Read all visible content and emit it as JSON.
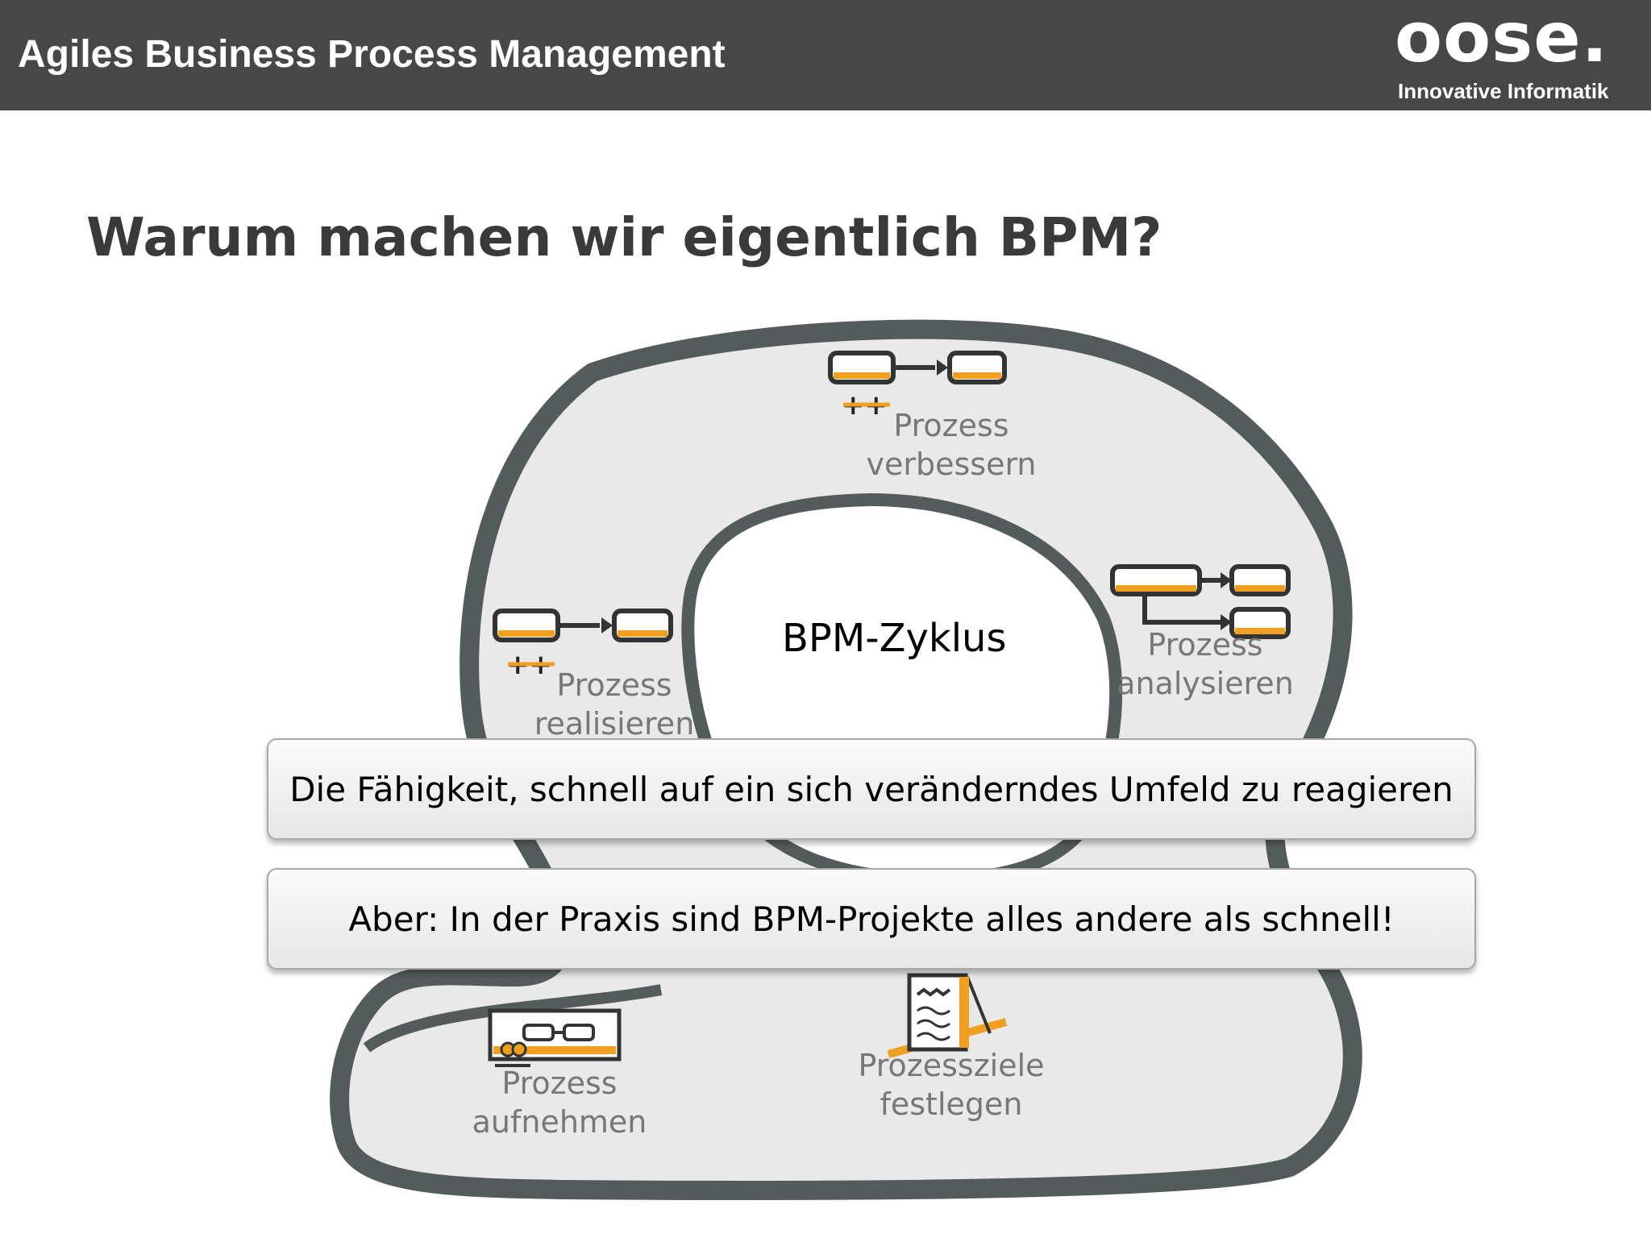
{
  "header": {
    "title": "Agiles Business Process Management",
    "logo_word": "oose.",
    "logo_tagline": "Innovative Informatik"
  },
  "slide": {
    "title": "Warum machen wir eigentlich BPM?"
  },
  "cycle": {
    "center_label": "BPM-Zyklus",
    "stages": [
      {
        "line1": "Prozess",
        "line2": "verbessern",
        "icon": "process-improve-icon"
      },
      {
        "line1": "Prozess",
        "line2": "analysieren",
        "icon": "process-branch-icon"
      },
      {
        "line1": "Prozess",
        "line2": "realisieren",
        "icon": "process-improve-icon"
      },
      {
        "line1": "Prozess",
        "line2": "aufnehmen",
        "icon": "process-board-icon"
      },
      {
        "line1": "Prozessziele",
        "line2": "festlegen",
        "icon": "document-easel-icon"
      }
    ]
  },
  "callouts": [
    "Die Fähigkeit, schnell auf ein sich veränderndes Umfeld zu reagieren",
    "Aber: In der Praxis sind BPM-Projekte alles andere als schnell!"
  ],
  "colors": {
    "header_bg": "#474747",
    "ring_stroke": "#545b5b",
    "ring_fill": "#eaeaea",
    "accent_orange": "#f0a020"
  }
}
